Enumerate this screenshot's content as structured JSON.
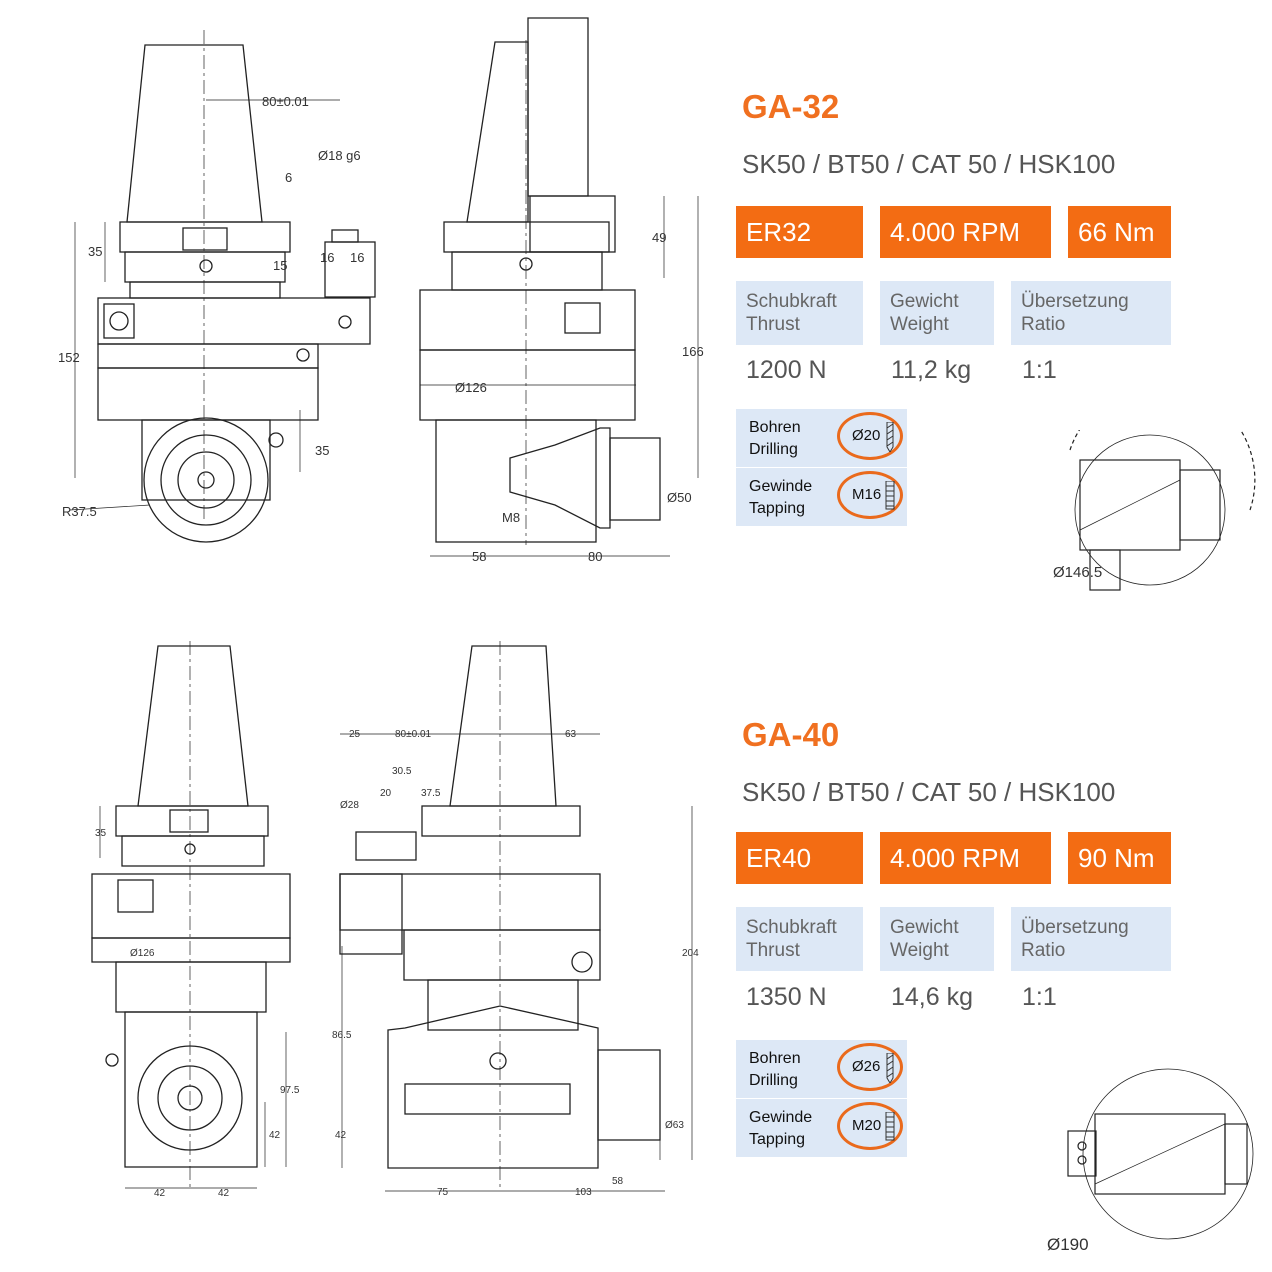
{
  "products": [
    {
      "model": "GA-32",
      "interfaces": "SK50 / BT50 / CAT 50 / HSK100",
      "badges": {
        "collet": "ER32",
        "rpm": "4.000 RPM",
        "torque": "66 Nm"
      },
      "specs": [
        {
          "label_de": "Schubkraft",
          "label_en": "Thrust",
          "value": "1200 N"
        },
        {
          "label_de": "Gewicht",
          "label_en": "Weight",
          "value": "11,2 kg"
        },
        {
          "label_de": "Übersetzung",
          "label_en": "Ratio",
          "value": "1:1"
        }
      ],
      "capacity": [
        {
          "label_de": "Bohren",
          "label_en": "Drilling",
          "value": "Ø20",
          "icon": "drill-bit-icon"
        },
        {
          "label_de": "Gewinde",
          "label_en": "Tapping",
          "value": "M16",
          "icon": "tap-icon"
        }
      ],
      "dims": {
        "d1": "80±0.01",
        "d2": "Ø18 g6",
        "d3": "6",
        "d4": "35",
        "d5": "15",
        "d6": "16",
        "d7": "16",
        "d8": "152",
        "d9": "35",
        "d10": "R37.5",
        "d11": "49",
        "d12": "166",
        "d13": "Ø126",
        "d14": "Ø50",
        "d15": "M8",
        "d16": "58",
        "d17": "80",
        "d18": "Ø146.5"
      }
    },
    {
      "model": "GA-40",
      "interfaces": "SK50 / BT50 / CAT 50 / HSK100",
      "badges": {
        "collet": "ER40",
        "rpm": "4.000 RPM",
        "torque": "90 Nm"
      },
      "specs": [
        {
          "label_de": "Schubkraft",
          "label_en": "Thrust",
          "value": "1350 N"
        },
        {
          "label_de": "Gewicht",
          "label_en": "Weight",
          "value": "14,6 kg"
        },
        {
          "label_de": "Übersetzung",
          "label_en": "Ratio",
          "value": "1:1"
        }
      ],
      "capacity": [
        {
          "label_de": "Bohren",
          "label_en": "Drilling",
          "value": "Ø26",
          "icon": "drill-bit-icon"
        },
        {
          "label_de": "Gewinde",
          "label_en": "Tapping",
          "value": "M20",
          "icon": "tap-icon"
        }
      ],
      "dims": {
        "d1": "35",
        "d2": "Ø126",
        "d3": "97.5",
        "d4": "42",
        "d5": "42",
        "d6": "42",
        "d7": "25",
        "d8": "80±0.01",
        "d9": "63",
        "d10": "30.5",
        "d11": "20",
        "d12": "37.5",
        "d13": "Ø28",
        "d14": "204",
        "d15": "86.5",
        "d16": "42",
        "d17": "Ø63",
        "d18": "58",
        "d19": "75",
        "d20": "103",
        "d21": "Ø190"
      }
    }
  ]
}
